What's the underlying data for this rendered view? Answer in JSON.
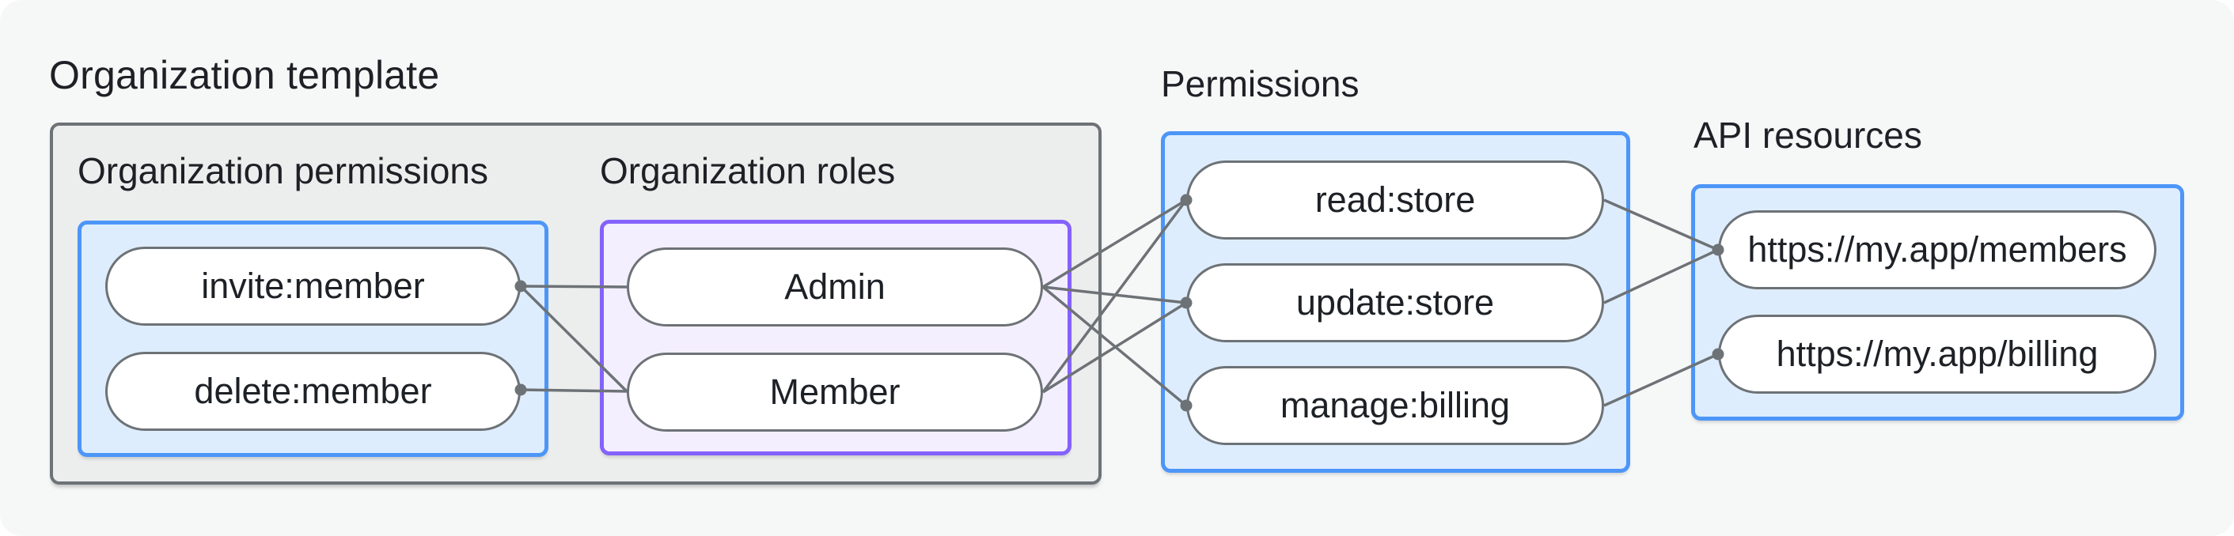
{
  "title": "Organization template",
  "groups": {
    "org_template": {
      "label": "Organization template"
    },
    "org_permissions": {
      "label": "Organization permissions"
    },
    "org_roles": {
      "label": "Organization roles"
    },
    "permissions": {
      "label": "Permissions"
    },
    "api_resources": {
      "label": "API resources"
    }
  },
  "nodes": {
    "invite": {
      "label": "invite:member"
    },
    "delete": {
      "label": "delete:member"
    },
    "admin": {
      "label": "Admin"
    },
    "member": {
      "label": "Member"
    },
    "read": {
      "label": "read:store"
    },
    "update": {
      "label": "update:store"
    },
    "manage": {
      "label": "manage:billing"
    },
    "members_api": {
      "label": "https://my.app/members"
    },
    "billing_api": {
      "label": "https://my.app/billing"
    }
  },
  "edges": [
    {
      "from": "invite",
      "to": "admin"
    },
    {
      "from": "invite",
      "to": "member"
    },
    {
      "from": "delete",
      "to": "member"
    },
    {
      "from": "admin",
      "to": "read"
    },
    {
      "from": "admin",
      "to": "update"
    },
    {
      "from": "admin",
      "to": "manage"
    },
    {
      "from": "member",
      "to": "read"
    },
    {
      "from": "member",
      "to": "update"
    },
    {
      "from": "read",
      "to": "members_api"
    },
    {
      "from": "update",
      "to": "members_api"
    },
    {
      "from": "manage",
      "to": "billing_api"
    }
  ],
  "connection_dots": [
    "invite.right",
    "delete.right",
    "read.left",
    "update.left",
    "manage.left",
    "members_api.left",
    "billing_api.left"
  ],
  "colors": {
    "background": "#F6F7F7",
    "gray_group_fill": "#ECEEED",
    "blue_border": "#4D96F8",
    "blue_fill": "#DEEDFD",
    "purple_border": "#8462FB",
    "purple_fill": "#F4EFFE",
    "connector_stroke": "#6D7276",
    "text": "#1D2126"
  }
}
